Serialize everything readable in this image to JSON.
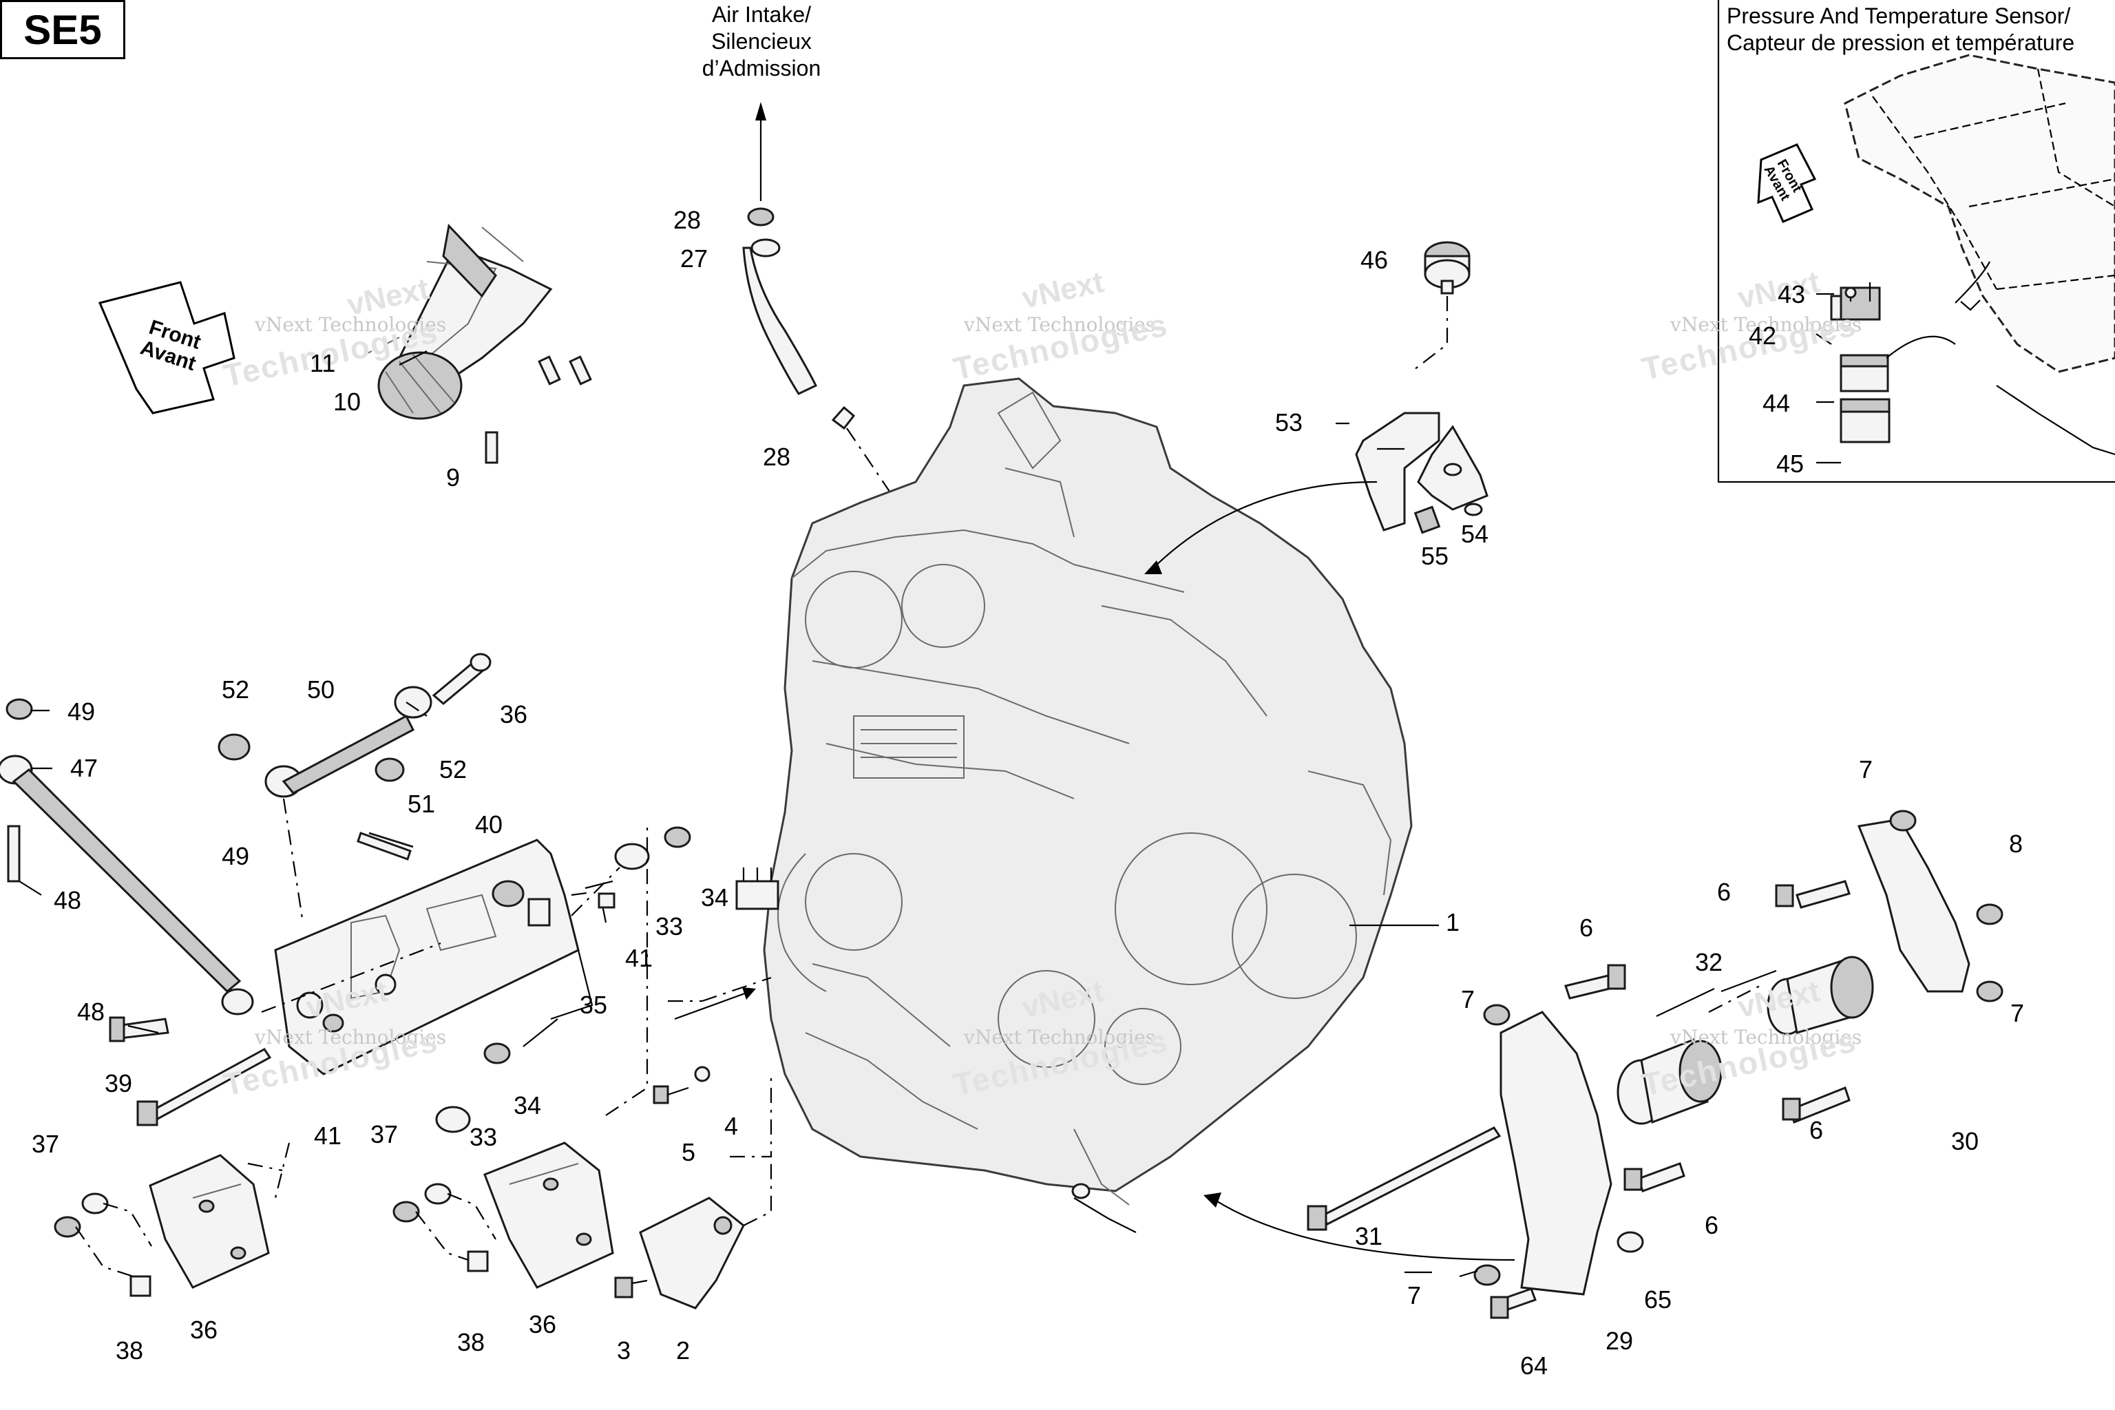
{
  "diagram_code": "SE5",
  "notes": {
    "air_intake": [
      "Air Intake/",
      "Silencieux",
      "d’Admission"
    ],
    "sensor": [
      "Pressure And Temperature Sensor/",
      "Capteur de pression et température"
    ]
  },
  "direction_arrows": {
    "main": [
      "Front",
      "Avant"
    ],
    "inset": [
      "Front",
      "Avant"
    ]
  },
  "watermarks": {
    "small": "vNext Technologies",
    "line1": "vNext",
    "line2": "Technologies"
  },
  "callouts": [
    {
      "id": "c28a",
      "text": "28"
    },
    {
      "id": "c27",
      "text": "27"
    },
    {
      "id": "c28b",
      "text": "28"
    },
    {
      "id": "c11",
      "text": "11"
    },
    {
      "id": "c10",
      "text": "10"
    },
    {
      "id": "c9",
      "text": "9"
    },
    {
      "id": "c46",
      "text": "46"
    },
    {
      "id": "c53",
      "text": "53"
    },
    {
      "id": "c55",
      "text": "55"
    },
    {
      "id": "c54",
      "text": "54"
    },
    {
      "id": "c43",
      "text": "43"
    },
    {
      "id": "c42",
      "text": "42"
    },
    {
      "id": "c44",
      "text": "44"
    },
    {
      "id": "c45",
      "text": "45"
    },
    {
      "id": "c49a",
      "text": "49"
    },
    {
      "id": "c47",
      "text": "47"
    },
    {
      "id": "c48a",
      "text": "48"
    },
    {
      "id": "c52a",
      "text": "52"
    },
    {
      "id": "c50",
      "text": "50"
    },
    {
      "id": "c36a",
      "text": "36"
    },
    {
      "id": "c52b",
      "text": "52"
    },
    {
      "id": "c51",
      "text": "51"
    },
    {
      "id": "c49b",
      "text": "49"
    },
    {
      "id": "c40",
      "text": "40"
    },
    {
      "id": "c34a",
      "text": "34"
    },
    {
      "id": "c33a",
      "text": "33"
    },
    {
      "id": "c41a",
      "text": "41"
    },
    {
      "id": "c35",
      "text": "35"
    },
    {
      "id": "c48b",
      "text": "48"
    },
    {
      "id": "c39",
      "text": "39"
    },
    {
      "id": "c41b",
      "text": "41"
    },
    {
      "id": "c33b",
      "text": "33"
    },
    {
      "id": "c34b",
      "text": "34"
    },
    {
      "id": "c37a",
      "text": "37"
    },
    {
      "id": "c37b",
      "text": "37"
    },
    {
      "id": "c36b",
      "text": "36"
    },
    {
      "id": "c36c",
      "text": "36"
    },
    {
      "id": "c38a",
      "text": "38"
    },
    {
      "id": "c38b",
      "text": "38"
    },
    {
      "id": "c5",
      "text": "5"
    },
    {
      "id": "c4",
      "text": "4"
    },
    {
      "id": "c3",
      "text": "3"
    },
    {
      "id": "c2",
      "text": "2"
    },
    {
      "id": "c1",
      "text": "1"
    },
    {
      "id": "c7a",
      "text": "7"
    },
    {
      "id": "c8",
      "text": "8"
    },
    {
      "id": "c6a",
      "text": "6"
    },
    {
      "id": "c6b",
      "text": "6"
    },
    {
      "id": "c32",
      "text": "32"
    },
    {
      "id": "c7b",
      "text": "7"
    },
    {
      "id": "c7c",
      "text": "7"
    },
    {
      "id": "c6c",
      "text": "6"
    },
    {
      "id": "c30",
      "text": "30"
    },
    {
      "id": "c31",
      "text": "31"
    },
    {
      "id": "c6d",
      "text": "6"
    },
    {
      "id": "c7d",
      "text": "7"
    },
    {
      "id": "c65",
      "text": "65"
    },
    {
      "id": "c29",
      "text": "29"
    },
    {
      "id": "c64",
      "text": "64"
    }
  ]
}
